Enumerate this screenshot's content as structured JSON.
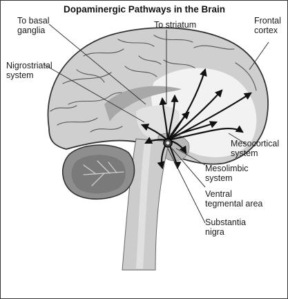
{
  "title": "Dopaminergic Pathways in the Brain",
  "labels": {
    "to_basal_ganglia": [
      "To basal",
      "ganglia"
    ],
    "to_striatum": "To striatum",
    "frontal_cortex": [
      "Frontal",
      "cortex"
    ],
    "nigrostriatal_system": [
      "Nigrostriatal",
      "system"
    ],
    "mesocortical_system": [
      "Mesocortical",
      "system"
    ],
    "mesolimbic_system": [
      "Mesolimbic",
      "system"
    ],
    "ventral_tegmental_area": [
      "Ventral",
      "tegmental area"
    ],
    "substantia_nigra": [
      "Substantia",
      "nigra"
    ]
  }
}
